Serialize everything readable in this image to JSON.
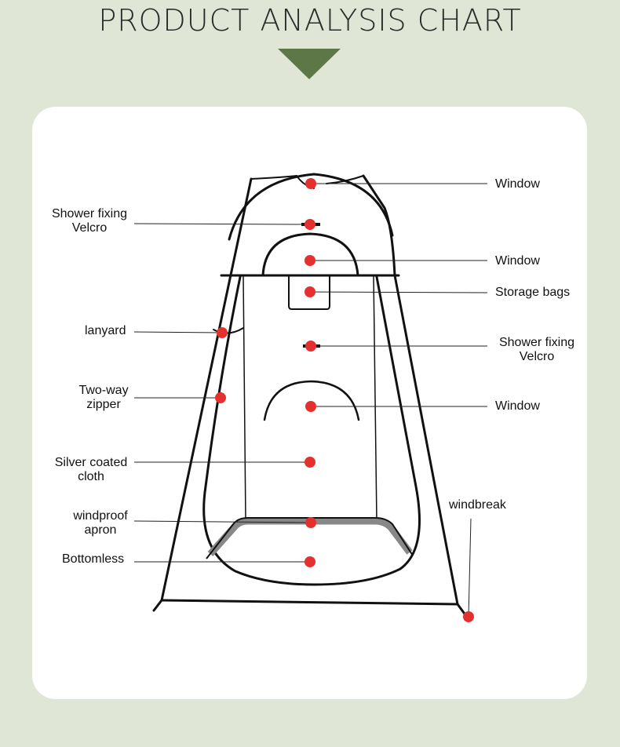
{
  "title": "PRODUCT ANALYSIS CHART",
  "colors": {
    "background": "#dfe6d6",
    "arrow": "#5e7747",
    "card": "#ffffff",
    "marker": "#e53030",
    "outline": "#111111",
    "apron": "#888888"
  },
  "labels": {
    "window_top": "Window",
    "velcro_left_1": "Shower fixing",
    "velcro_left_2": "Velcro",
    "window_mid": "Window",
    "storage": "Storage bags",
    "lanyard": "lanyard",
    "velcro_right_1": "Shower fixing",
    "velcro_right_2": "Velcro",
    "zipper_1": "Two-way",
    "zipper_2": "zipper",
    "window_low": "Window",
    "silver_1": "Silver coated",
    "silver_2": "cloth",
    "windbreak": "windbreak",
    "apron_1": "windproof",
    "apron_2": "apron",
    "bottomless": "Bottomless"
  }
}
